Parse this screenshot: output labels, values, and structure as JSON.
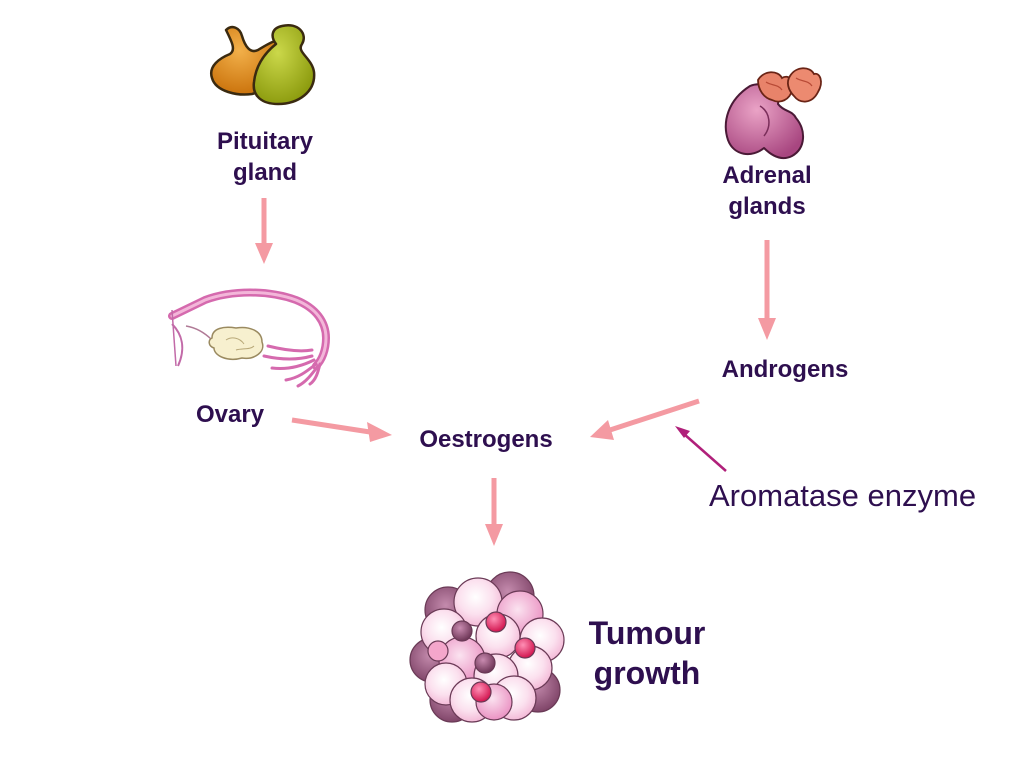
{
  "nodes": {
    "pituitary": {
      "line1": "Pituitary",
      "line2": "gland",
      "icon": "pituitary-gland-icon"
    },
    "adrenal": {
      "line1": "Adrenal",
      "line2": "glands",
      "icon": "adrenal-glands-icon"
    },
    "androgens": {
      "label": "Androgens"
    },
    "ovary": {
      "label": "Ovary",
      "icon": "ovary-icon"
    },
    "oestrogens": {
      "label": "Oestrogens"
    },
    "tumour": {
      "line1": "Tumour",
      "line2": "growth",
      "icon": "tumour-cells-icon"
    }
  },
  "annotation": {
    "label": "Aromatase enzyme"
  },
  "edges": [
    {
      "from": "Pituitary gland",
      "to": "Ovary"
    },
    {
      "from": "Adrenal glands",
      "to": "Androgens"
    },
    {
      "from": "Ovary",
      "to": "Oestrogens"
    },
    {
      "from": "Androgens",
      "to": "Oestrogens"
    },
    {
      "from": "Oestrogens",
      "to": "Tumour growth"
    },
    {
      "from": "Aromatase enzyme",
      "to": "Androgens to Oestrogens conversion"
    }
  ],
  "colors": {
    "label_text": "#2e0f4f",
    "arrow": "#f49aa2",
    "enzyme_arrow": "#b0207a",
    "ovary_tube": "#e07cbb",
    "pituitary_lobe_a": "#d98a12",
    "pituitary_lobe_b": "#a6b516",
    "adrenal_body": "#c9649c",
    "adrenal_cap": "#e7846a",
    "tumour_cell_light": "#fbd2e6",
    "tumour_cell_dark": "#8a5072",
    "tumour_nucleus": "#e8306a"
  }
}
